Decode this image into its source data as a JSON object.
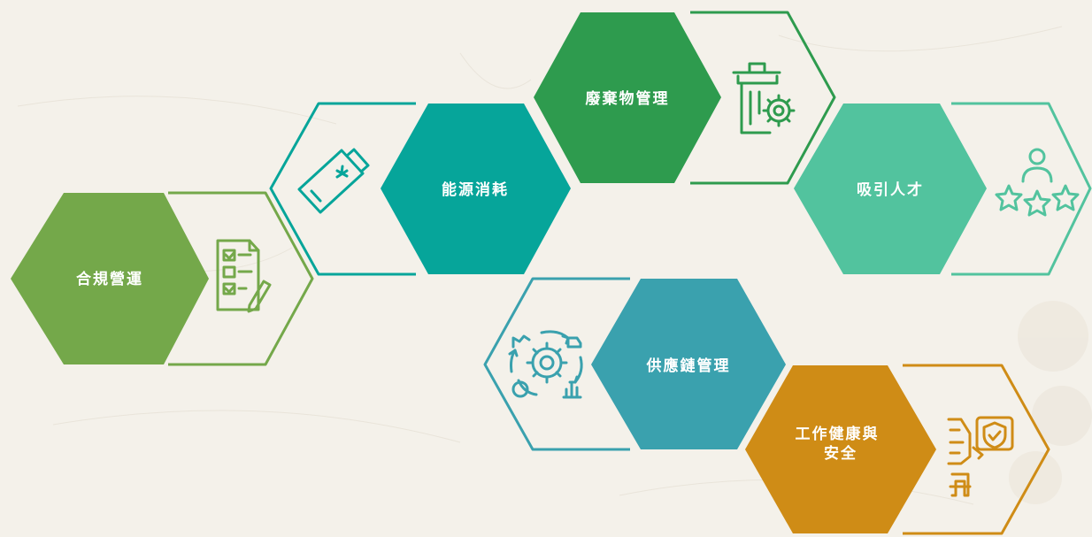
{
  "diagram": {
    "nodes": [
      {
        "id": "compliance",
        "label_lines": [
          "合規營運"
        ],
        "color": "#74a84a",
        "icon": "checklist-pen-icon"
      },
      {
        "id": "energy",
        "label_lines": [
          "能源消耗"
        ],
        "color": "#06a59a",
        "icon": "battery-icon"
      },
      {
        "id": "waste",
        "label_lines": [
          "廢棄物管理"
        ],
        "color": "#2e9b4e",
        "icon": "trash-gear-icon"
      },
      {
        "id": "talent",
        "label_lines": [
          "吸引人才"
        ],
        "color": "#52c39e",
        "icon": "person-stars-icon"
      },
      {
        "id": "supply",
        "label_lines": [
          "供應鏈管理"
        ],
        "color": "#3aa1ae",
        "icon": "supply-cycle-gear-icon"
      },
      {
        "id": "safety",
        "label_lines": [
          "工作健康與",
          "安全"
        ],
        "color": "#cf8c16",
        "icon": "worker-shield-icon"
      }
    ]
  }
}
